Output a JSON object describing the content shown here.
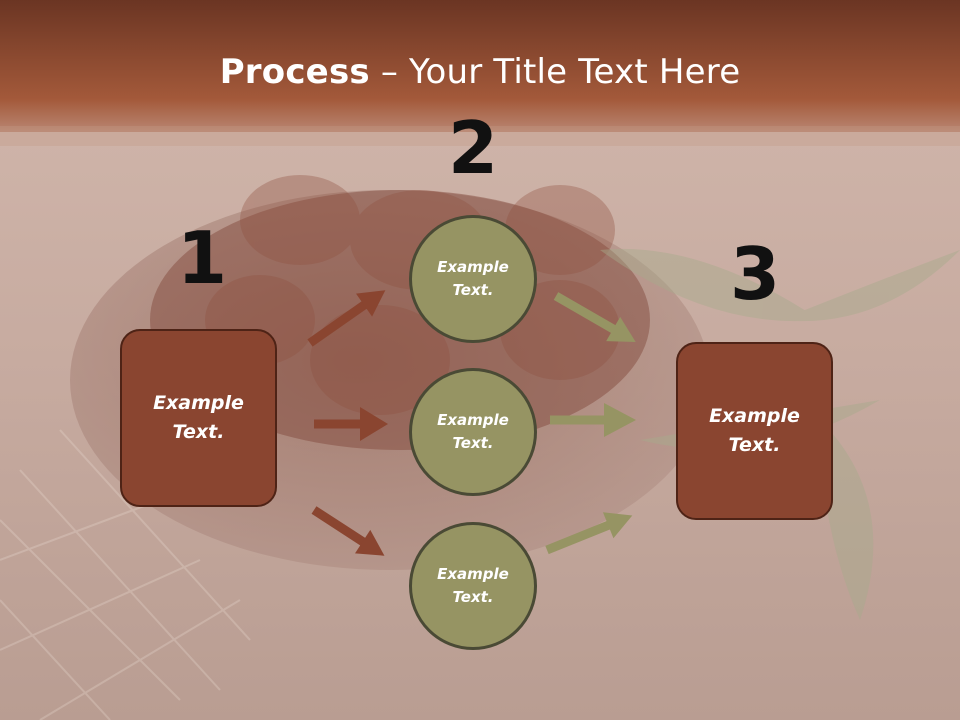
{
  "title": {
    "bold": "Process",
    "rest": " – Your Title Text Here"
  },
  "steps": {
    "one": {
      "number": "1",
      "text": "Example\nText."
    },
    "two": {
      "number": "2"
    },
    "three": {
      "number": "3",
      "text": "Example\nText."
    }
  },
  "circles": [
    {
      "text": "Example\nText."
    },
    {
      "text": "Example\nText."
    },
    {
      "text": "Example\nText."
    }
  ],
  "colors": {
    "header": "#6e3a26",
    "box": "#8a4530",
    "circle": "#969463",
    "arrow_left": "#8a4530",
    "arrow_right": "#969463"
  }
}
